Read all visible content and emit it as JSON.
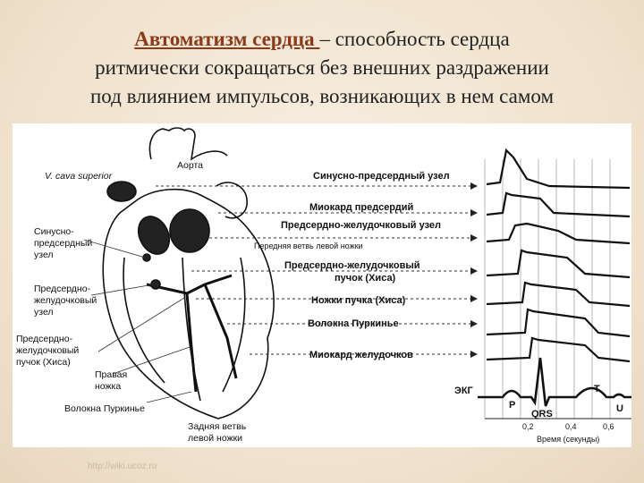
{
  "title": {
    "term": "Автоматизм сердца ",
    "line1_rest": "– способность сердца",
    "line2": "ритмически сокращаться без внешних раздражении",
    "line3": "под влиянием импульсов, возникающих в нем самом"
  },
  "figure": {
    "left_labels": {
      "vcava": "V. cava superior",
      "sa_node": [
        "Синусно-",
        "предсердный",
        "узел"
      ],
      "av_node": [
        "Предсердно-",
        "желудочковый",
        "узел"
      ],
      "bundle": [
        "Предсердно-",
        "желудочковый",
        "пучок (Хиса)"
      ],
      "right_leg": [
        "Правая",
        "ножка"
      ],
      "purkinje": "Волокна Пуркинье"
    },
    "top_labels": {
      "aorta": "Аорта",
      "anterior_branch": "Передняя ветвь левой ножки"
    },
    "bottom_labels": {
      "posterior_branch": [
        "Задняя ветвь",
        "левой ножки"
      ]
    },
    "right_labels": {
      "sa": "Синусно-предсердный узел",
      "atrial_myo": "Миокард предсердий",
      "av": "Предсердно-желудочковый узел",
      "bundle": [
        "Предсердно-желудочковый",
        "пучок (Хиса)"
      ],
      "legs": "Ножки пучка (Хиса)",
      "purkinje": "Волокна Пуркинье",
      "ventricular_myo": "Миокард желудочков",
      "ecg": "ЭКГ"
    },
    "ecg_wave_labels": {
      "p": "P",
      "qrs": "QRS",
      "t": "T",
      "u": "U"
    },
    "time_axis": {
      "ticks": [
        "0,2",
        "0,4",
        "0,6"
      ],
      "label": "Время (секунды)"
    }
  },
  "watermark": "http://wiki.ucoz.ru"
}
